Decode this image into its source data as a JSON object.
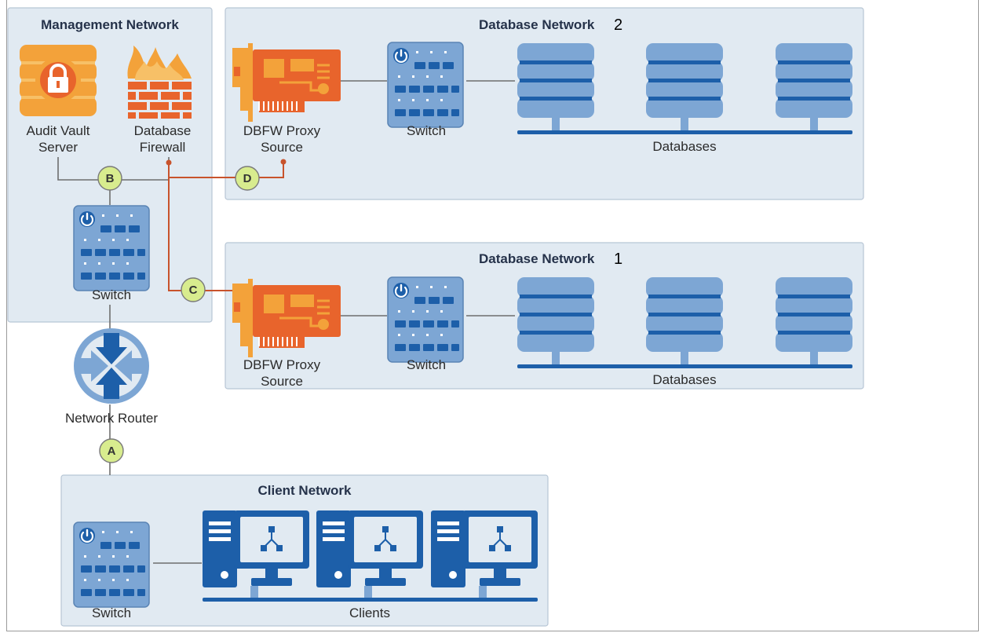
{
  "networks": {
    "management": {
      "title": "Management Network"
    },
    "db2": {
      "title": "Database Network",
      "number": "2"
    },
    "db1": {
      "title": "Database Network",
      "number": "1"
    },
    "client": {
      "title": "Client Network"
    }
  },
  "labels": {
    "audit_vault_1": "Audit Vault",
    "audit_vault_2": "Server",
    "db_firewall_1": "Database",
    "db_firewall_2": "Firewall",
    "switch": "Switch",
    "network_router": "Network Router",
    "proxy_1": "DBFW Proxy",
    "proxy_2": "Source",
    "databases": "Databases",
    "clients": "Clients"
  },
  "badges": {
    "a": "A",
    "b": "B",
    "c": "C",
    "d": "D"
  },
  "colors": {
    "panel_fill": "#e1eaf2",
    "panel_border": "#b7c6d5",
    "link_gray": "#6e6e6e",
    "link_orange": "#c8532c",
    "badge_fill": "#d8ec8e",
    "device_blue": "#7da6d4",
    "device_dark_blue": "#1d5fa9",
    "card_orange": "#e8642c"
  }
}
